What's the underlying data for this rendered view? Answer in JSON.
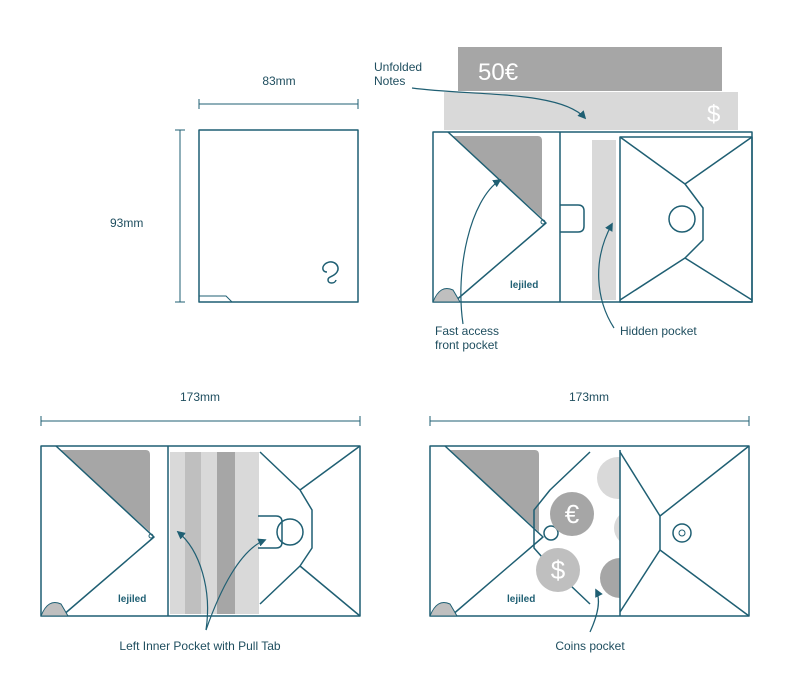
{
  "colors": {
    "outline": "#1f5f73",
    "text": "#1f4e5f",
    "dark_gray": "#a6a6a6",
    "light_gray": "#d9d9d9",
    "mid_gray": "#bfbfbf"
  },
  "panels": {
    "closed": {
      "width_label": "83mm",
      "height_label": "93mm",
      "logo_icon": "lejiled-seahorse-logo"
    },
    "notes": {
      "bill_front": "50€",
      "bill_back": "$",
      "callout_notes": "Unfolded\nNotes",
      "callout_front_pocket": "Fast access\nfront pocket",
      "callout_hidden_pocket": "Hidden pocket",
      "brand": "lejiled"
    },
    "cards": {
      "width_label": "173mm",
      "callout": "Left Inner Pocket with Pull Tab",
      "brand": "lejiled"
    },
    "coins": {
      "width_label": "173mm",
      "callout": "Coins pocket",
      "brand": "lejiled",
      "coin_euro": "€",
      "coin_dollar": "$"
    }
  }
}
